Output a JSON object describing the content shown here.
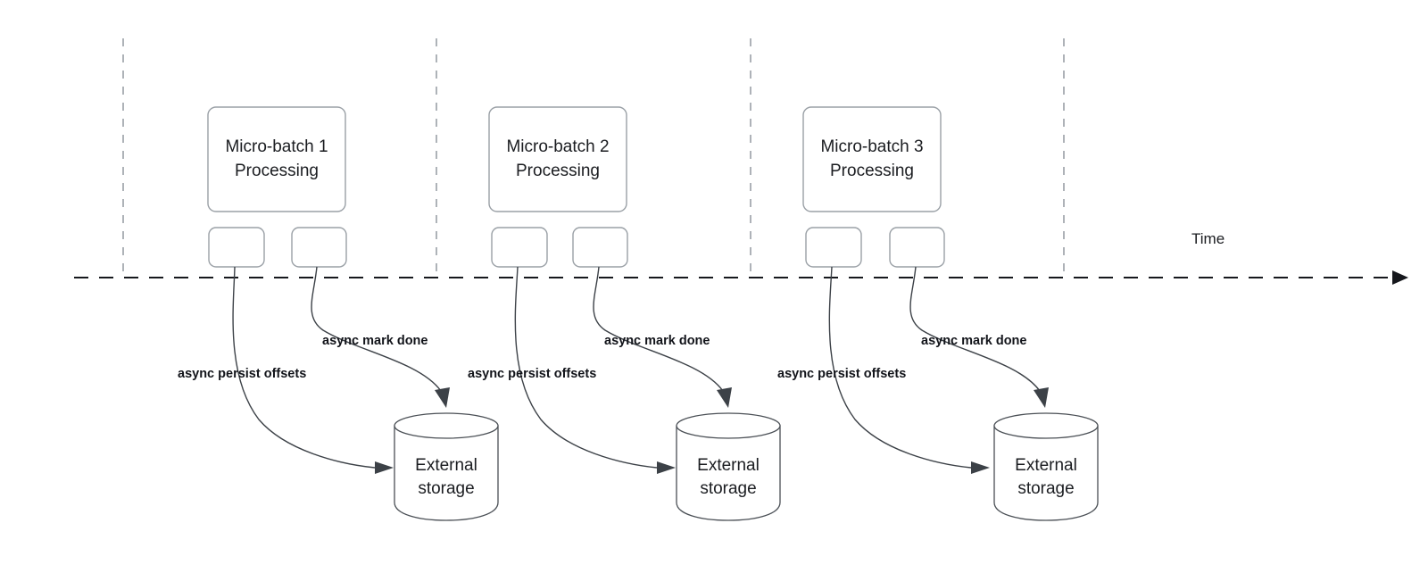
{
  "diagram": {
    "title_present": false,
    "background_color": "#ffffff",
    "box_border_color": "#9aa0a6",
    "cylinder_border_color": "#4a4f55",
    "timeline_color": "#16181d",
    "guide_line_color": "#9aa0a6",
    "text_color": "#1b1d21",
    "time_axis": {
      "label": "Time",
      "direction": "left-to-right"
    },
    "groups": [
      {
        "id": "group-1",
        "process_label_line1": "Micro-batch 1",
        "process_label_line2": "Processing",
        "task_boxes": [
          "",
          ""
        ],
        "edges": [
          {
            "label": "async persist offsets",
            "target": "External storage"
          },
          {
            "label": "async mark done",
            "target": "External storage"
          }
        ],
        "storage_label_line1": "External",
        "storage_label_line2": "storage"
      },
      {
        "id": "group-2",
        "process_label_line1": "Micro-batch 2",
        "process_label_line2": "Processing",
        "task_boxes": [
          "",
          ""
        ],
        "edges": [
          {
            "label": "async persist offsets",
            "target": "External storage"
          },
          {
            "label": "async mark done",
            "target": "External storage"
          }
        ],
        "storage_label_line1": "External",
        "storage_label_line2": "storage"
      },
      {
        "id": "group-3",
        "process_label_line1": "Micro-batch 3",
        "process_label_line2": "Processing",
        "task_boxes": [
          "",
          ""
        ],
        "edges": [
          {
            "label": "async persist offsets",
            "target": "External storage"
          },
          {
            "label": "async mark done",
            "target": "External storage"
          }
        ],
        "storage_label_line1": "External",
        "storage_label_line2": "storage"
      }
    ]
  }
}
